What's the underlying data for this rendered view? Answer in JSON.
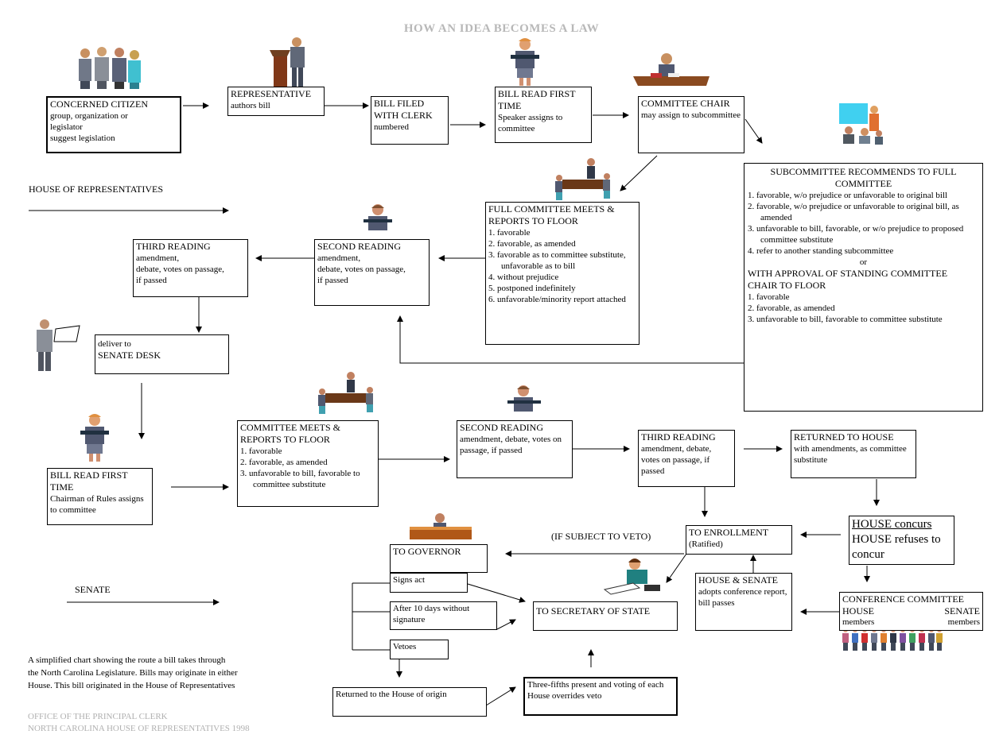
{
  "title": "HOW AN IDEA BECOMES A LAW",
  "house_label": "HOUSE OF REPRESENTATIVES",
  "senate_label": "SENATE",
  "boxes": {
    "citizen": {
      "head": "CONCERNED CITIZEN",
      "lines": [
        "group, organization or",
        "legislator",
        "suggest legislation"
      ]
    },
    "representative": {
      "head": "REPRESENTATIVE",
      "lines": [
        "authors bill"
      ]
    },
    "filed": {
      "head": "BILL FILED WITH CLERK",
      "lines": [
        "numbered"
      ]
    },
    "first_read": {
      "head": "BILL READ FIRST TIME",
      "lines": [
        "Speaker assigns to committee"
      ]
    },
    "chair": {
      "head": "COMMITTEE CHAIR",
      "lines": [
        "may assign to subcommittee"
      ]
    },
    "subcommittee": {
      "head": "SUBCOMMITTEE RECOMMENDS TO FULL COMMITTEE",
      "items": [
        "1.  favorable, w/o prejudice or unfavorable to original bill",
        "2.  favorable, w/o prejudice or unfavorable to original bill, as amended",
        "3.  unfavorable to bill, favorable, or w/o prejudice to proposed committee substitute",
        "4.  refer to another standing subcommittee"
      ],
      "or": "or",
      "head2": "WITH APPROVAL OF STANDING COMMITTEE CHAIR TO FLOOR",
      "items2": [
        "1.  favorable",
        "2.  favorable, as amended",
        "3.  unfavorable to bill, favorable to committee substitute"
      ]
    },
    "full_committee": {
      "head": "FULL COMMITTEE MEETS & REPORTS TO FLOOR",
      "items": [
        "1.  favorable",
        "2.  favorable, as amended",
        "3.  favorable as to committee substitute, unfavorable as to bill",
        "4.  without prejudice",
        "5.  postponed indefinitely",
        "6.  unfavorable/minority report attached"
      ]
    },
    "second_reading_h": {
      "head": "SECOND READING",
      "lines": [
        "amendment,",
        "debate, votes on passage,",
        "if passed"
      ]
    },
    "third_reading_h": {
      "head": "THIRD READING",
      "lines": [
        "amendment,",
        "debate, votes on passage,",
        "if passed"
      ]
    },
    "deliver": {
      "lines": [
        "deliver to"
      ],
      "head": "SENATE DESK"
    },
    "senate_first": {
      "head": "BILL READ FIRST TIME",
      "lines": [
        "Chairman of Rules assigns to committee"
      ]
    },
    "senate_committee": {
      "head": "COMMITTEE MEETS & REPORTS  TO FLOOR",
      "items": [
        "1.  favorable",
        "2.  favorable, as amended",
        "3.  unfavorable to bill, favorable to committee substitute"
      ]
    },
    "second_reading_s": {
      "head": "SECOND READING",
      "lines": [
        "amendment, debate, votes on passage, if passed"
      ]
    },
    "third_reading_s": {
      "head": "THIRD READING",
      "lines": [
        "amendment, debate, votes on passage, if passed"
      ]
    },
    "returned_house": {
      "head": "RETURNED TO HOUSE",
      "lines": [
        "with amendments, as committee substitute"
      ]
    },
    "concur": {
      "line1": "HOUSE concurs",
      "line2": "HOUSE refuses to concur"
    },
    "conference": {
      "head": "CONFERENCE COMMITTEE",
      "left": "HOUSE",
      "right": "SENATE",
      "left2": "members",
      "right2": "members"
    },
    "house_senate": {
      "head": "HOUSE & SENATE",
      "lines": [
        "adopts conference report,",
        "bill passes"
      ]
    },
    "enrollment": {
      "head": "TO ENROLLMENT",
      "lines": [
        "(Ratified)"
      ]
    },
    "governor": {
      "head": "TO GOVERNOR"
    },
    "signs": {
      "head": "Signs act"
    },
    "after10": {
      "head": "After 10 days without signature"
    },
    "vetoes": {
      "head": "Vetoes"
    },
    "secretary": {
      "head": "TO SECRETARY OF STATE"
    },
    "returned_origin": {
      "head": "Returned to the House of origin"
    },
    "override": {
      "head": "Three-fifths present and voting of each House overrides veto"
    }
  },
  "veto_label": "(IF SUBJECT TO VETO)",
  "note": [
    "A simplified chart showing the route a bill takes through",
    "the North Carolina Legislature.  Bills may originate in either",
    "House. This bill originated in the House of Representatives"
  ],
  "footer": [
    "OFFICE OF THE PRINCIPAL CLERK",
    "NORTH CAROLINA HOUSE OF REPRESENTATIVES  1998"
  ],
  "clipart": [
    "citizens-group-clipart",
    "podium-speaker-clipart",
    "clerk-woman-clipart",
    "chair-desk-clipart",
    "presentation-clipart",
    "meeting-table-clipart",
    "clerk-bust-clipart",
    "senate-desk-clipart",
    "clerk-woman-clipart",
    "meeting-table-clipart",
    "clerk-bust-clipart",
    "governor-desk-clipart",
    "secretary-writing-clipart",
    "conference-people-clipart"
  ]
}
